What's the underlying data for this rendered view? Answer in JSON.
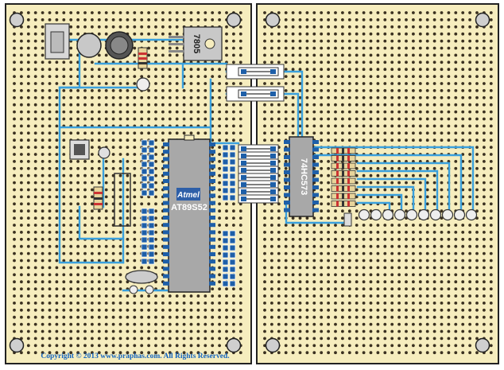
{
  "colors": {
    "board": "#f6edbe",
    "board_border": "#222222",
    "hole": "#3a3020",
    "trace": "#3aa0dd",
    "chip_body": "#a8a8a8",
    "pin": "#1e5fa8",
    "resistor_body": "#e8d49a",
    "copyright": "#1565c0"
  },
  "components": {
    "regulator_label": "7805",
    "mcu_label": "AT89S52",
    "mcu_logo_label": "Atmel",
    "latch_label": "74HC573"
  },
  "footer": {
    "copyright": "Copyright © 2013 www.praphas.com. All Rights Reserved."
  }
}
